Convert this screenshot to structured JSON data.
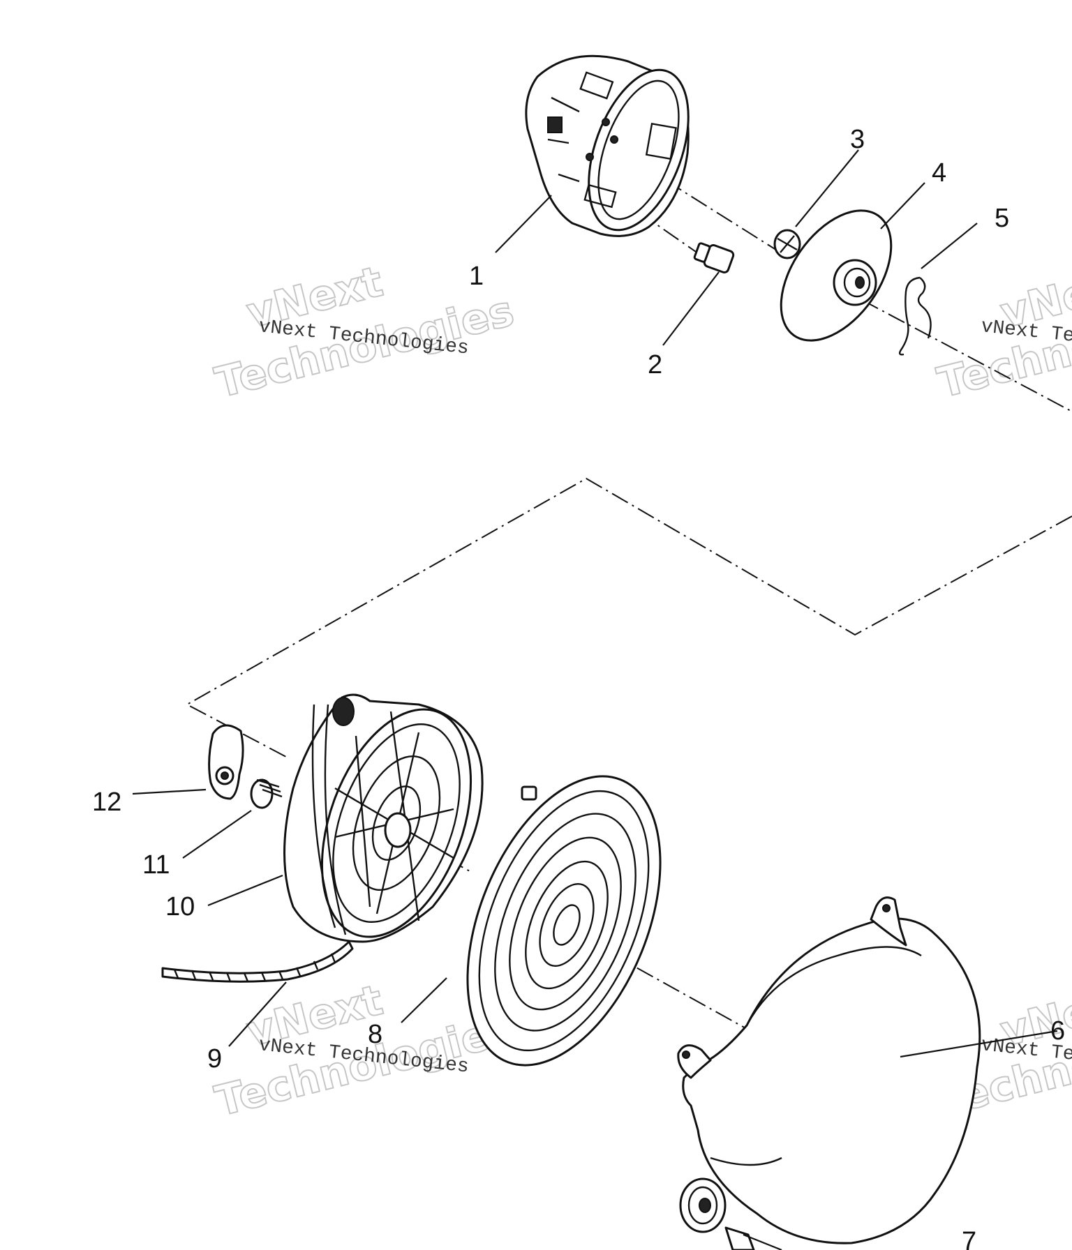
{
  "diagram": {
    "callouts": [
      "1",
      "2",
      "3",
      "4",
      "5",
      "6",
      "7",
      "8",
      "9",
      "10",
      "11",
      "12"
    ],
    "watermark_small": "vNext Technologies",
    "watermark_large_line1": "vNext",
    "watermark_large_line2": "Technologies"
  }
}
